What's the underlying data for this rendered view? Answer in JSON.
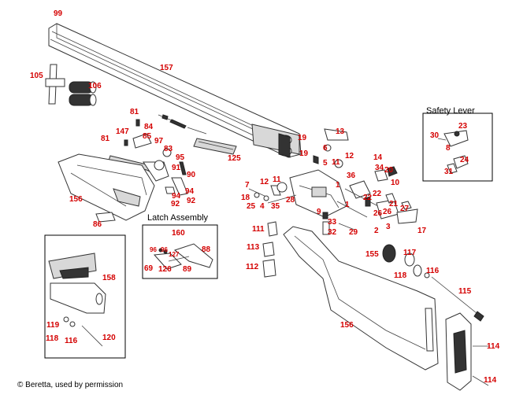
{
  "insets": {
    "safety_lever": "Safety Lever",
    "latch_assembly": "Latch Assembly"
  },
  "credit": "© Beretta, used by permission",
  "labels": {
    "p99": "99",
    "p157": "157",
    "p105": "105",
    "p106": "106",
    "p81a": "81",
    "p84": "84",
    "p85": "85",
    "p97": "97",
    "p147": "147",
    "p81b": "81",
    "p83": "83",
    "p95": "95",
    "p91": "91",
    "p90": "90",
    "p94a": "94",
    "p92a": "92",
    "p94b": "94",
    "p92b": "92",
    "p125": "125",
    "p156a": "156",
    "p86": "86",
    "p13": "13",
    "p19a": "19",
    "p6": "6",
    "p19b": "19",
    "p5": "5",
    "p11a": "11",
    "p12a": "12",
    "p36": "36",
    "p14": "14",
    "p34": "34",
    "p20": "20",
    "p10": "10",
    "p7": "7",
    "p12b": "12",
    "p11b": "11",
    "p18": "18",
    "p25": "25",
    "p4": "4",
    "p35": "35",
    "p28": "28",
    "p1a": "1",
    "p1b": "1",
    "p22a": "22",
    "p22b": "22",
    "p21": "21",
    "p27": "27",
    "p9": "9",
    "p33": "33",
    "p32": "32",
    "p29": "29",
    "p26a": "26",
    "p26b": "26",
    "p3": "3",
    "p2": "2",
    "p17": "17",
    "p30": "30",
    "p23": "23",
    "p8": "8",
    "p24": "24",
    "p31": "31",
    "p160": "160",
    "p96a": "96",
    "p96b": "96",
    "p127": "127",
    "p88": "88",
    "p69": "69",
    "p126": "126",
    "p89": "89",
    "p111": "111",
    "p113": "113",
    "p112": "112",
    "p155": "155",
    "p117": "117",
    "p118a": "118",
    "p116a": "116",
    "p115": "115",
    "p156b": "156",
    "p114a": "114",
    "p114b": "114",
    "p158": "158",
    "p119": "119",
    "p118b": "118",
    "p116b": "116",
    "p120": "120"
  }
}
